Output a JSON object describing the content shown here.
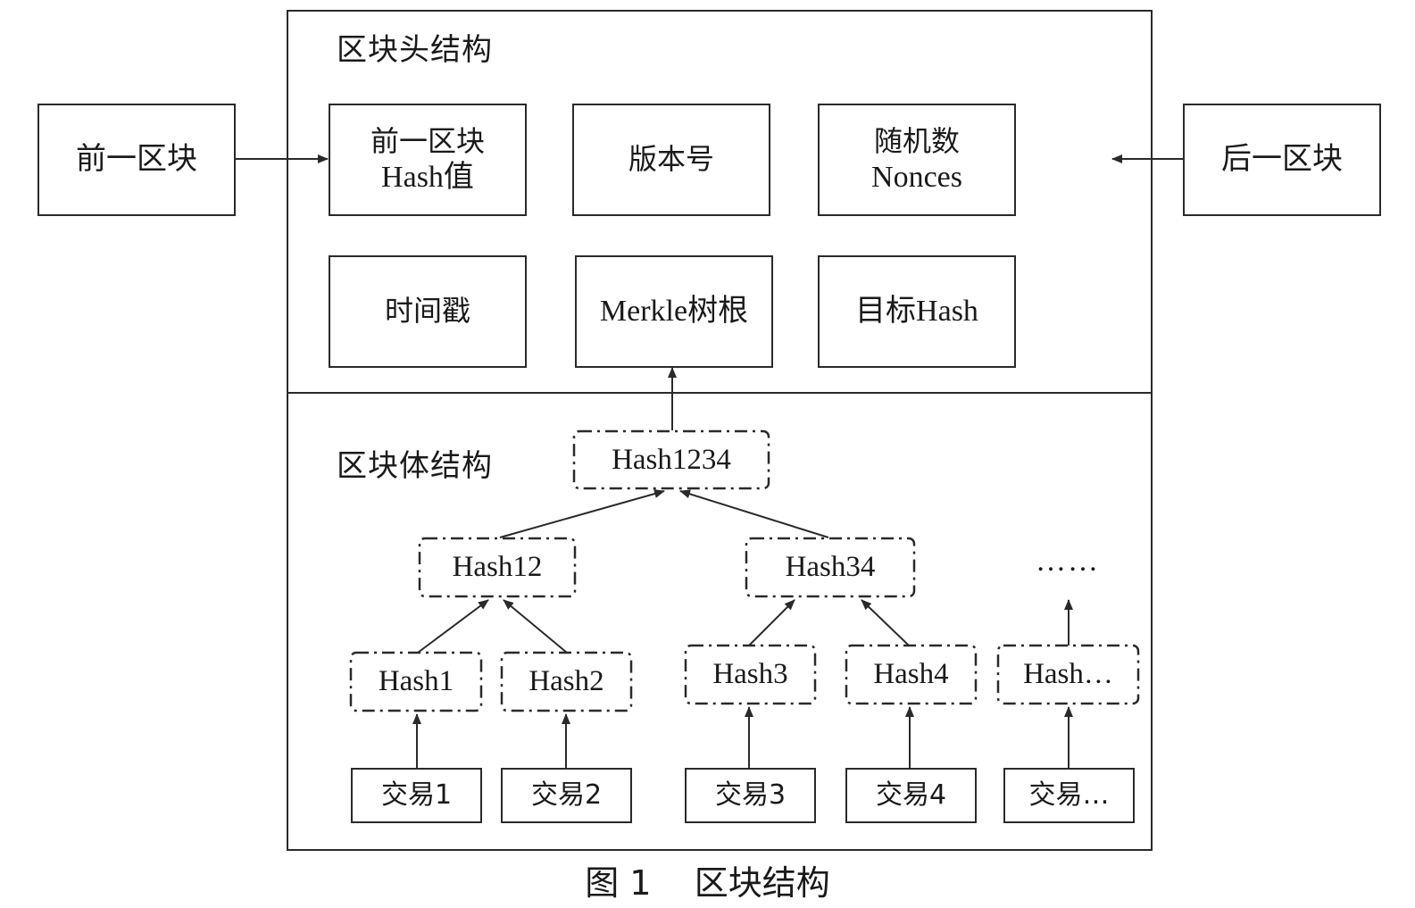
{
  "header_section": {
    "title": "区块头结构"
  },
  "body_section": {
    "title": "区块体结构"
  },
  "prev_block": {
    "label": "前一区块"
  },
  "next_block": {
    "label": "后一区块"
  },
  "header_fields": {
    "prev_hash": {
      "line1": "前一区块",
      "line2": "Hash值"
    },
    "version": {
      "label": "版本号"
    },
    "nonce": {
      "line1": "随机数",
      "line2": "Nonces"
    },
    "timestamp": {
      "label": "时间戳"
    },
    "merkle_root": {
      "label": "Merkle树根"
    },
    "target_hash": {
      "label": "目标Hash"
    }
  },
  "merkle_tree": {
    "root": "Hash1234",
    "level1": [
      "Hash12",
      "Hash34"
    ],
    "more": "……",
    "leaves": [
      "Hash1",
      "Hash2",
      "Hash3",
      "Hash4",
      "Hash…"
    ]
  },
  "transactions": [
    "交易1",
    "交易2",
    "交易3",
    "交易4",
    "交易…"
  ],
  "caption": "图 1    区块结构",
  "colors": {
    "stroke": "#2a2a2a",
    "background": "#ffffff"
  }
}
